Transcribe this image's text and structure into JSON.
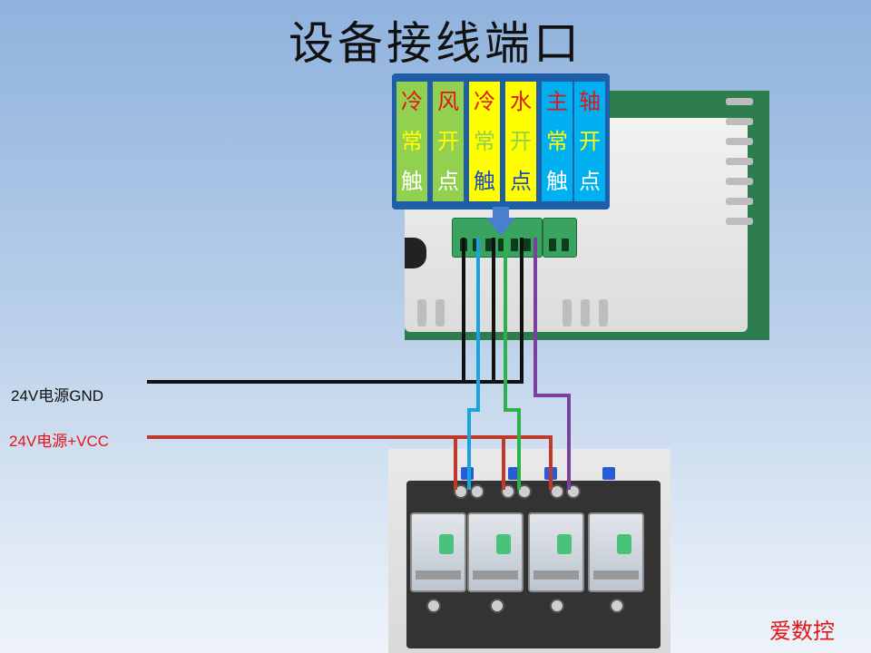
{
  "title": "设备接线端口",
  "legend": [
    {
      "chars": [
        "冷",
        "常",
        "触"
      ],
      "bg": "#92d050",
      "colors": [
        "#e0161b",
        "#ffff00",
        "#ffffff"
      ]
    },
    {
      "chars": [
        "风",
        "开",
        "点"
      ],
      "bg": "#92d050",
      "colors": [
        "#e0161b",
        "#ffff00",
        "#ffffff"
      ]
    },
    {
      "chars": [
        "冷",
        "常",
        "触"
      ],
      "bg": "#ffff00",
      "colors": [
        "#e0161b",
        "#92d050",
        "#1f4fb5"
      ]
    },
    {
      "chars": [
        "水",
        "开",
        "点"
      ],
      "bg": "#ffff00",
      "colors": [
        "#e0161b",
        "#92d050",
        "#1f4fb5"
      ]
    },
    {
      "chars": [
        "主",
        "常",
        "触"
      ],
      "bg": "#00b0f0",
      "colors": [
        "#e0161b",
        "#ffff00",
        "#ffffff"
      ]
    },
    {
      "chars": [
        "轴",
        "开",
        "点"
      ],
      "bg": "#00b0f0",
      "colors": [
        "#e0161b",
        "#ffff00",
        "#ffffff"
      ]
    }
  ],
  "labels": {
    "gnd": "24V电源GND",
    "vcc": "24V电源+VCC"
  },
  "colors": {
    "gnd_wire": "#111111",
    "vcc_wire": "#c0392b",
    "blue_wire": "#1aa3e0",
    "green_wire": "#2bb24c",
    "purple_wire": "#7b3fa0",
    "gnd_text": "#111111",
    "vcc_text": "#e0161b"
  },
  "watermark": "爱数控"
}
